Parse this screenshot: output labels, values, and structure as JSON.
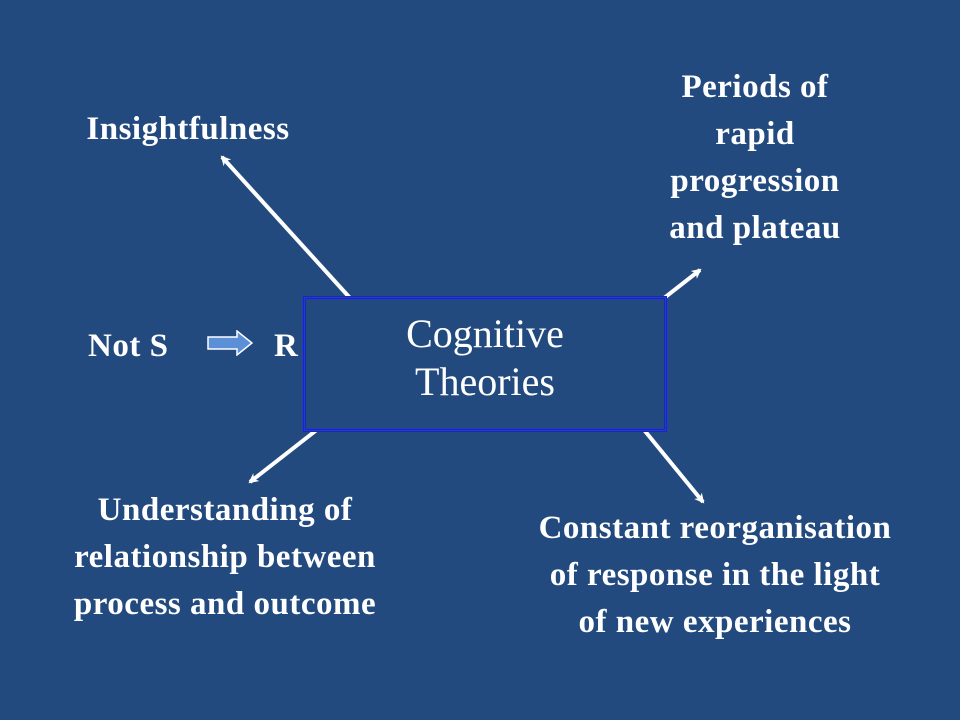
{
  "center": {
    "line1": "Cognitive",
    "line2": "Theories"
  },
  "labels": {
    "insightfulness": "Insightfulness",
    "periods": [
      "Periods of",
      "rapid",
      "progression",
      "and plateau"
    ],
    "understanding": [
      "Understanding of",
      "relationship between",
      "process and outcome"
    ],
    "constant": [
      "Constant reorganisation",
      "of response in the light",
      "of new experiences"
    ],
    "not_s": "Not S",
    "r": "R"
  },
  "colors": {
    "background": "#224a7e",
    "box_border": "#1a1aff",
    "text": "#ffffff",
    "small_arrow_fill": "#5b8fd6"
  }
}
